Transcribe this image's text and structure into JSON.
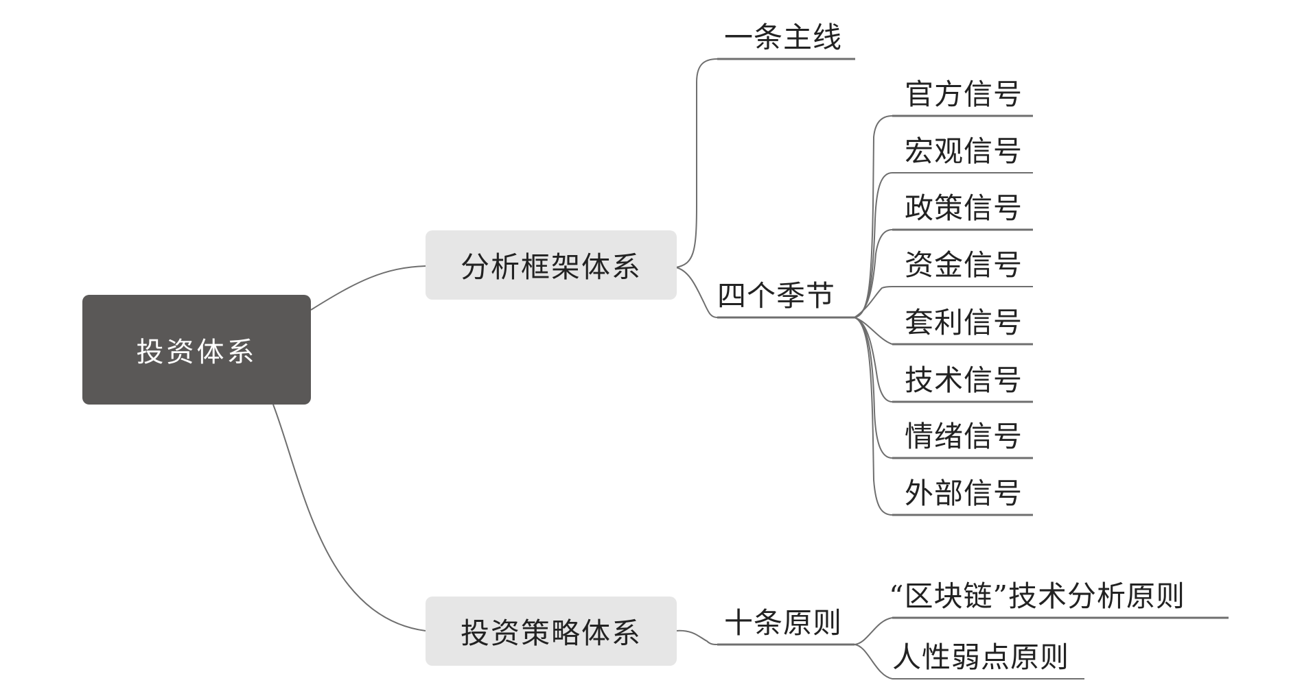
{
  "root": {
    "label": "投资体系"
  },
  "branches": [
    {
      "label": "分析框架体系",
      "children": [
        {
          "label": "一条主线",
          "children": []
        },
        {
          "label": "四个季节",
          "children": [
            {
              "label": "官方信号"
            },
            {
              "label": "宏观信号"
            },
            {
              "label": "政策信号"
            },
            {
              "label": "资金信号"
            },
            {
              "label": "套利信号"
            },
            {
              "label": "技术信号"
            },
            {
              "label": "情绪信号"
            },
            {
              "label": "外部信号"
            }
          ]
        }
      ]
    },
    {
      "label": "投资策略体系",
      "children": [
        {
          "label": "十条原则",
          "children": [
            {
              "label": "“区块链”技术分析原则"
            },
            {
              "label": "人性弱点原则"
            }
          ]
        }
      ]
    }
  ],
  "colors": {
    "root_bg": "#5a5857",
    "branch_bg": "#e6e6e6",
    "line": "#6e6e6e",
    "text": "#222222"
  }
}
